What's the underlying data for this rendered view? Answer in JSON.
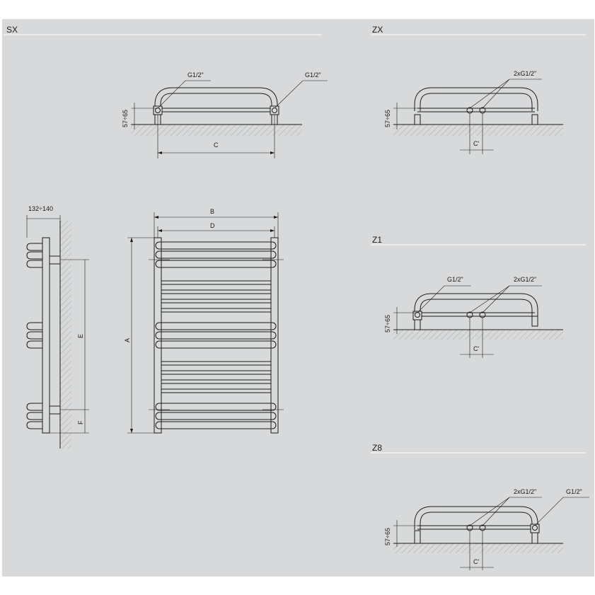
{
  "sections": {
    "sx": "SX",
    "zx": "ZX",
    "z1": "Z1",
    "z8": "Z8"
  },
  "labels": {
    "g12": "G1/2\"",
    "g12_2": "2xG1/2\"",
    "height": "57÷65",
    "depth": "132÷140",
    "A": "A",
    "B": "B",
    "C": "C",
    "C_prime": "C'",
    "D": "D",
    "E": "E",
    "F": "F"
  }
}
